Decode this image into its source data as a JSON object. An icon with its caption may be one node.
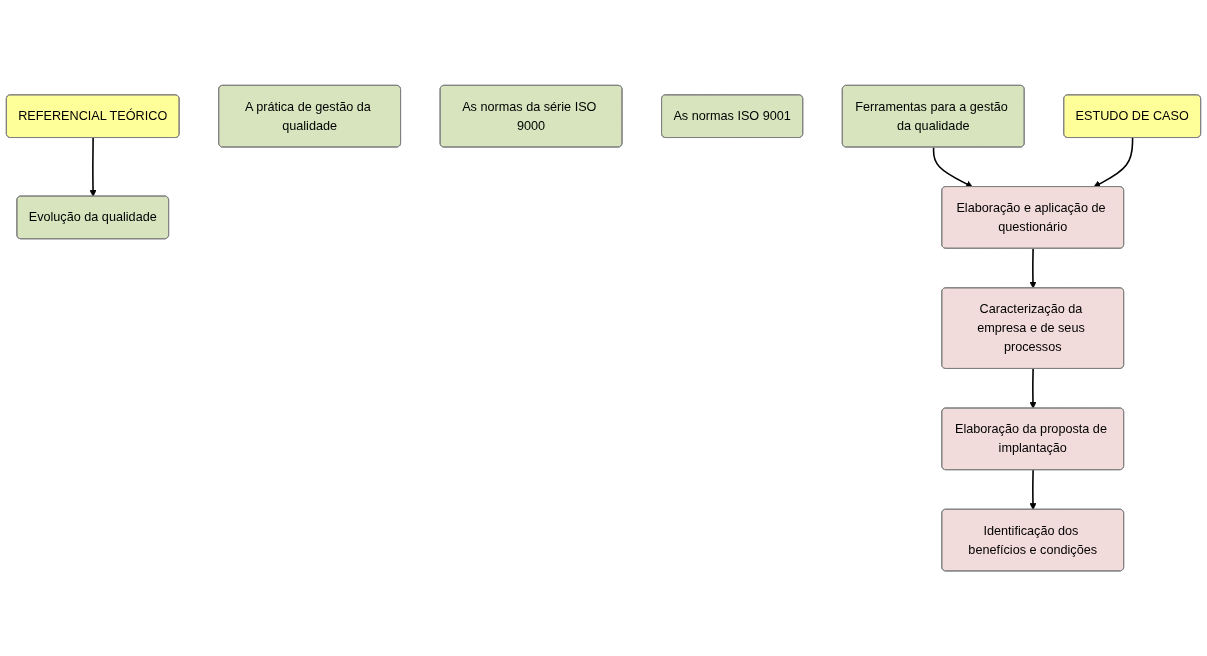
{
  "diagram": {
    "nodes": [
      {
        "text": [
          "REFERENCIAL TEÓRICO"
        ]
      },
      {
        "text": [
          "Evolução da qualidade"
        ]
      },
      {
        "text": [
          "A prática de gestão da qualidade"
        ]
      },
      {
        "text": [
          "As normas da série ISO 9000"
        ]
      },
      {
        "text": [
          "As normas ISO 9001"
        ]
      },
      {
        "text": [
          "Ferramentas para a gestão da qualidade"
        ]
      },
      {
        "text": [
          "ESTUDO DE CASO"
        ]
      },
      {
        "text": [
          "Elaboração e aplicação de questionário"
        ]
      },
      {
        "text": [
          "Caracterização da empresa e de seus processos"
        ]
      },
      {
        "text": [
          "Elaboração da proposta de implantação"
        ]
      },
      {
        "text": [
          "Identificação dos benefícios e condições"
        ]
      }
    ],
    "edges": [
      {
        "from": 0,
        "to": 1,
        "arrow": "to"
      },
      {
        "from": 5,
        "to": 7,
        "arrow": "to"
      },
      {
        "from": 6,
        "to": 7,
        "arrow": "to"
      },
      {
        "from": 7,
        "to": 8,
        "arrow": "to"
      },
      {
        "from": 8,
        "to": 9,
        "arrow": "to"
      },
      {
        "from": 9,
        "to": 10,
        "arrow": "to"
      }
    ]
  }
}
